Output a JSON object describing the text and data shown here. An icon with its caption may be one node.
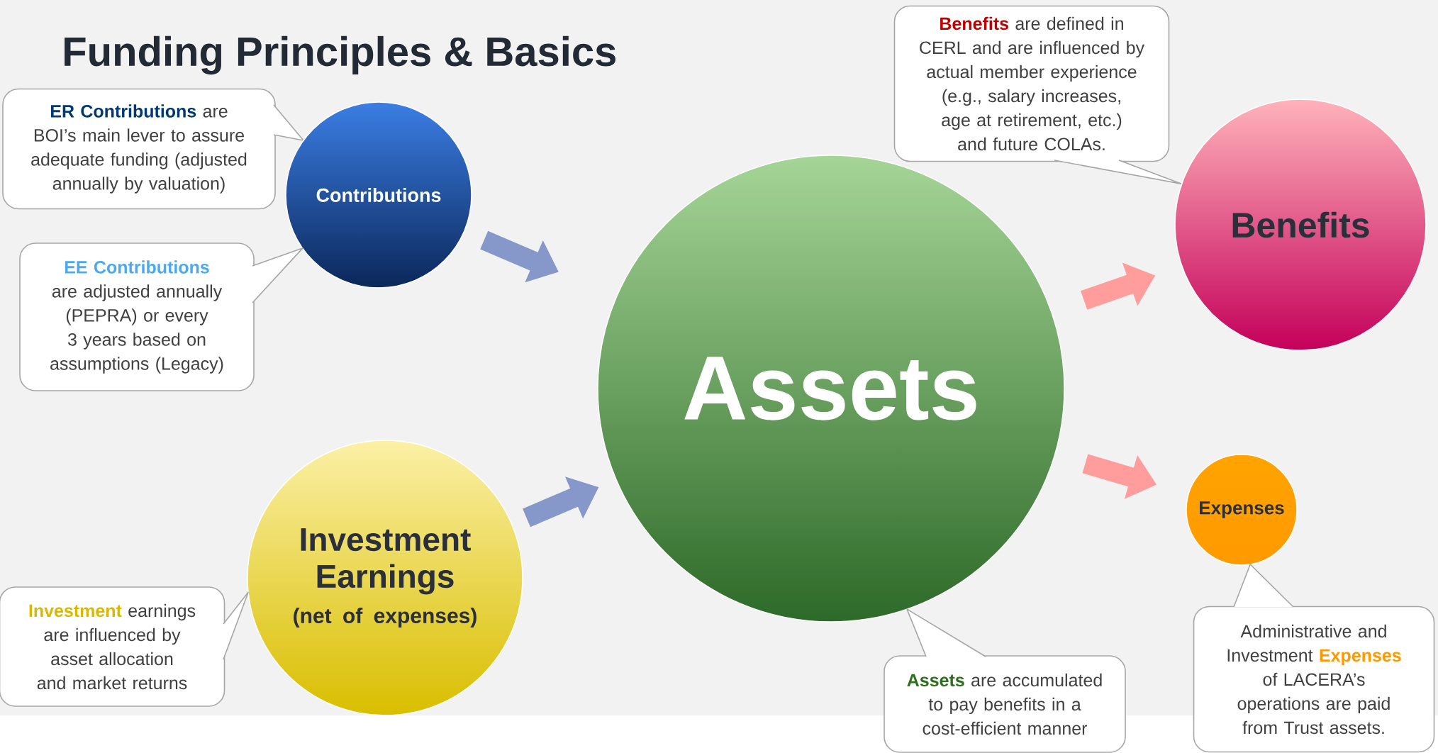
{
  "diagram": {
    "title": "Funding Principles & Basics",
    "nodes": [
      {
        "text": [
          "**ER Contributions** are BOI’s main lever to assure adequate funding (adjusted annually by valuation)"
        ]
      },
      {
        "text": [
          "Contributions"
        ]
      },
      {
        "text": [
          "**EE Contributions** are adjusted annually (PEPRA) or every 3 years based on assumptions (Legacy)"
        ]
      },
      {
        "text": [
          "**Benefits** are defined in CERL and are influenced by actual member experience (e.g., salary increases, age at retirement, etc.) and future COLAs."
        ]
      },
      {
        "text": [
          "Benefits"
        ]
      },
      {
        "text": [
          "Assets"
        ]
      },
      {
        "text": [
          "Investment Earnings",
          "(net of expenses)"
        ]
      },
      {
        "text": [
          "Expenses"
        ]
      },
      {
        "text": [
          "**Investment** earnings are influenced by asset allocation and market returns"
        ]
      },
      {
        "text": [
          "**Assets** are accumulated to pay benefits in a cost-efficient manner"
        ]
      },
      {
        "text": [
          "Administrative and Investment **Expenses** of LACERA’s operations are paid from Trust assets."
        ]
      }
    ],
    "edges": [
      {
        "from": 1,
        "to": 5,
        "arrow": "to",
        "color": "#8598c9"
      },
      {
        "from": 6,
        "to": 5,
        "arrow": "to",
        "color": "#8598c9"
      },
      {
        "from": 5,
        "to": 4,
        "arrow": "to",
        "color": "#ff9c9c"
      },
      {
        "from": 5,
        "to": 7,
        "arrow": "to",
        "color": "#ff9c9c"
      }
    ]
  }
}
